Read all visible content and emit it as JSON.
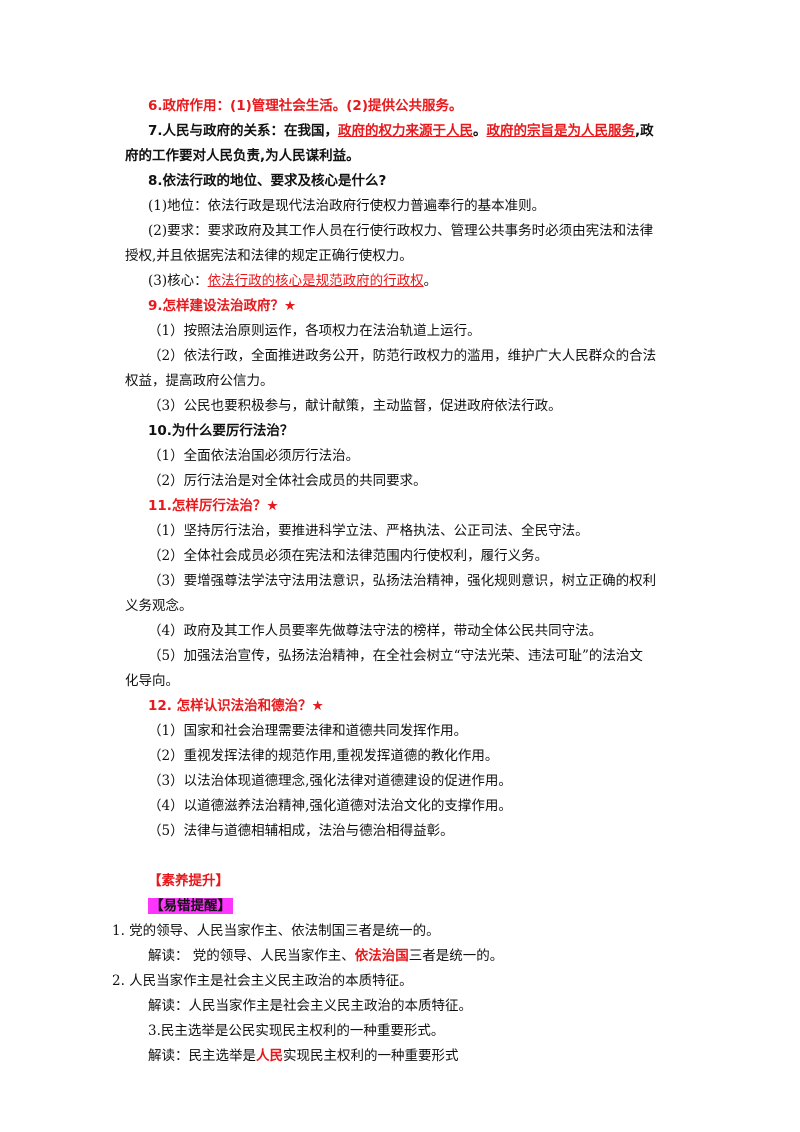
{
  "s6": {
    "text": "6.政府作用：(1)管理社会生活。(2)提供公共服务。"
  },
  "s7": {
    "prefix": "7.人民与政府的关系：在我国，",
    "red1": "政府的权力来源于人民",
    "mid": "。",
    "red2": "政府的宗旨是为人民服务",
    "suffix": ",政",
    "line2": "府的工作要对人民负责,为人民谋利益。"
  },
  "s8": {
    "title": "8.依法行政的地位、要求及核心是什么?",
    "p1": "(1)地位：依法行政是现代法治政府行使权力普遍奉行的基本准则。",
    "p2a": "(2)要求：要求政府及其工作人员在行使行政权力、管理公共事务时必须由宪法和法律",
    "p2b": "授权,并且依据宪法和法律的规定正确行使权力。",
    "p3prefix": "(3)核心：",
    "p3red": "依法行政的核心是规范政府的行政权",
    "p3suffix": "。"
  },
  "s9": {
    "title": "9.怎样建设法治政府？★",
    "p1": "（1）按照法治原则运作，各项权力在法治轨道上运行。",
    "p2a": "（2）依法行政，全面推进政务公开，防范行政权力的滥用，维护广大人民群众的合法",
    "p2b": "权益，提高政府公信力。",
    "p3": "（3）公民也要积极参与，献计献策，主动监督，促进政府依法行政。"
  },
  "s10": {
    "title": "10.为什么要厉行法治？",
    "p1": "（1）全面依法治国必须厉行法治。",
    "p2": "（2）厉行法治是对全体社会成员的共同要求。"
  },
  "s11": {
    "title": "11.怎样厉行法治？★",
    "p1": "（1）坚持厉行法治，要推进科学立法、严格执法、公正司法、全民守法。",
    "p2": "（2）全体社会成员必须在宪法和法律范围内行使权利，履行义务。",
    "p3a": "（3）要增强尊法学法守法用法意识，弘扬法治精神，强化规则意识，树立正确的权利",
    "p3b": "义务观念。",
    "p4": "（4）政府及其工作人员要率先做尊法守法的榜样，带动全体公民共同守法。",
    "p5a": "（5）加强法治宣传，弘扬法治精神，在全社会树立“守法光荣、违法可耻”的法治文",
    "p5b": "化导向。"
  },
  "s12": {
    "title": "12. 怎样认识法治和德治？★",
    "p1": "（1）国家和社会治理需要法律和道德共同发挥作用。",
    "p2": "（2）重视发挥法律的规范作用,重视发挥道德的教化作用。",
    "p3": "（3）以法治体现道德理念,强化法律对道德建设的促进作用。",
    "p4": "（4）以道德滋养法治精神,强化道德对法治文化的支撑作用。",
    "p5": "（5）法律与道德相辅相成，法治与德治相得益彰。"
  },
  "section": {
    "title": "【素养提升】",
    "tag": "【易错提醒】"
  },
  "errors": {
    "e1": "1.  党的领导、人民当家作主、依法制国三者是统一的。",
    "e1r_prefix": "解读：   党的领导、人民当家作主、",
    "e1r_red": "依法治国",
    "e1r_suffix": "三者是统一的。",
    "e2": "2.  人民当家作主是社会主义民主政治的本质特征。",
    "e2r": "解读：人民当家作主是社会主义民主政治的本质特征。",
    "e3": "3.民主选举是公民实现民主权利的一种重要形式。",
    "e3r_prefix": "解读：民主选举是",
    "e3r_red": "人民",
    "e3r_suffix": "实现民主权利的一种重要形式"
  },
  "colors": {
    "red": "#e8191c",
    "highlight": "#ff35ff"
  }
}
